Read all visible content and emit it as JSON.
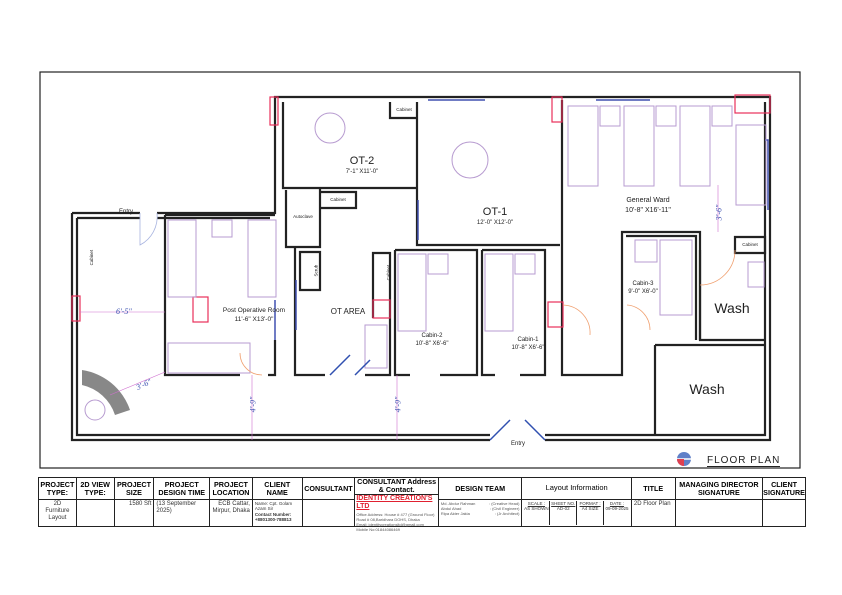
{
  "plan": {
    "rooms": {
      "ot2": {
        "name": "OT-2",
        "size": "7'-1\" X11'-0\""
      },
      "ot1": {
        "name": "OT-1",
        "size": "12'-0\" X12'-0\""
      },
      "general_ward": {
        "name": "General Ward",
        "size": "10'-8\" X16'-11\""
      },
      "post_op": {
        "name": "Post Operative Room",
        "size": "11'-6\" X13'-0\""
      },
      "ot_area": {
        "name": "OT AREA"
      },
      "cabin2": {
        "name": "Cabin-2",
        "size": "10'-8\" X6'-6\""
      },
      "cabin1": {
        "name": "Cabin-1",
        "size": "10'-8\" X6'-6\""
      },
      "cabin3": {
        "name": "Cabin-3",
        "size": "9'-0\" X6'-0\""
      },
      "wash1": {
        "name": "Wash"
      },
      "wash2": {
        "name": "Wash"
      }
    },
    "fixtures": {
      "cabinet": "Cabinet",
      "autoclave": "Autoclave",
      "scrub": "Scrub"
    },
    "entry_top": "Entry",
    "entry_bottom": "Entry",
    "dimensions": [
      "6'-5\"",
      "3'-6\"",
      "4'-9\"",
      "4'-9\"",
      "3'-6\""
    ],
    "sheet_title": "FLOOR PLAN",
    "colors": {
      "wall": "#222222",
      "furniture": "#b79bd0",
      "door": "#f0a070",
      "window": "#4050b0",
      "column": "#e8305a",
      "dimension": "#3a4fb0"
    }
  },
  "title_block": {
    "project_type": {
      "header": "PROJECT TYPE:",
      "value": "2D Furniture Layout"
    },
    "view_type": {
      "header": "2D VIEW TYPE:",
      "value": ""
    },
    "project_size": {
      "header": "PROJECT SIZE",
      "value": "1580 Sft"
    },
    "design_time": {
      "header": "PROJECT DESIGN TIME",
      "value": "(13 September 2025)"
    },
    "location": {
      "header": "PROJECT LOCATION",
      "value": "ECB Cattar, Mirpur, Dhaka"
    },
    "client": {
      "header": "CLIENT NAME",
      "name_line": "Name: Cpt. Golam Azam Sir",
      "contact_label": "Contact Number:",
      "contact": "+8801300-788813"
    },
    "consultant": {
      "header": "CONSULTANT",
      "value": ""
    },
    "consultant_address": {
      "header": "CONSULTANT Address & Contact.",
      "company": "IDENTITY CREATION'S LTD",
      "lines": [
        "Office Address: House # 477 (Ground Floor)",
        "Road # 08,Baridhara DOHS, Dhaka",
        "Email: identitycreationsltd@gmail.com",
        "Mobile No:01844086469"
      ]
    },
    "design_team": {
      "header": "DESIGN TEAM",
      "members": [
        {
          "name": "Md. Abdur Rahman",
          "role": ": (Creative Head)"
        },
        {
          "name": "Abdul Ahad",
          "role": ": (Civil Engineer)"
        },
        {
          "name": "Ripa Akter Jakia",
          "role": ": (Jr Architect)"
        }
      ]
    },
    "layout_info": {
      "header": "Layout Information",
      "scale_label": "SCALE :",
      "scale": "AS SHOWN",
      "sheet_label": "SHEET NO.",
      "sheet": "AD-02",
      "format_label": "FORMAT :",
      "format": "A4 SIZE",
      "date_label": "DATE :",
      "date": "09-09-2025"
    },
    "title": {
      "header": "TITLE",
      "value": "2D Floor Plan"
    },
    "md_signature": {
      "header": "MANAGING DIRECTOR SIGNATURE"
    },
    "client_signature": {
      "header": "CLIENT SIGNATURE"
    }
  }
}
